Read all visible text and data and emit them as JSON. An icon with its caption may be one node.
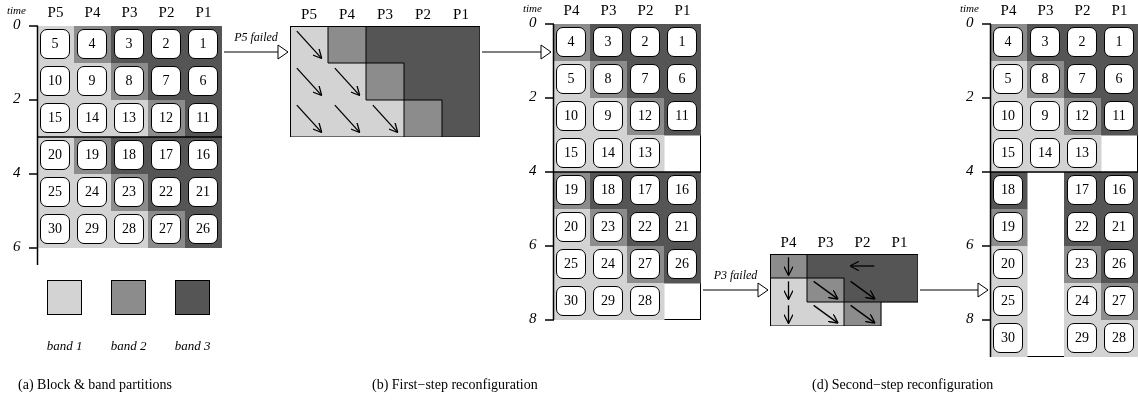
{
  "diagram": {
    "nodes": [
      {
        "text": [],
        "shape": "box"
      },
      {
        "text": [
          "5"
        ],
        "in": 0
      },
      {
        "text": [
          "4"
        ],
        "in": 0
      },
      {
        "text": [
          "3"
        ],
        "in": 0
      },
      {
        "text": [
          "2"
        ],
        "in": 0
      },
      {
        "text": [
          "1"
        ],
        "in": 0
      },
      {
        "text": [
          "10"
        ],
        "in": 0
      },
      {
        "text": [
          "9"
        ],
        "in": 0
      },
      {
        "text": [
          "8"
        ],
        "in": 0
      },
      {
        "text": [
          "7"
        ],
        "in": 0
      },
      {
        "text": [
          "6"
        ],
        "in": 0
      },
      {
        "text": [
          "15"
        ],
        "in": 0
      },
      {
        "text": [
          "14"
        ],
        "in": 0
      },
      {
        "text": [
          "13"
        ],
        "in": 0
      },
      {
        "text": [
          "12"
        ],
        "in": 0
      },
      {
        "text": [
          "11"
        ],
        "in": 0
      },
      {
        "text": [
          "20"
        ],
        "in": 0
      },
      {
        "text": [
          "19"
        ],
        "in": 0
      },
      {
        "text": [
          "18"
        ],
        "in": 0
      },
      {
        "text": [
          "17"
        ],
        "in": 0
      },
      {
        "text": [
          "16"
        ],
        "in": 0
      },
      {
        "text": [
          "25"
        ],
        "in": 0
      },
      {
        "text": [
          "24"
        ],
        "in": 0
      },
      {
        "text": [
          "23"
        ],
        "in": 0
      },
      {
        "text": [
          "22"
        ],
        "in": 0
      },
      {
        "text": [
          "21"
        ],
        "in": 0
      },
      {
        "text": [
          "30"
        ],
        "in": 0
      },
      {
        "text": [
          "29"
        ],
        "in": 0
      },
      {
        "text": [
          "28"
        ],
        "in": 0
      },
      {
        "text": [
          "27"
        ],
        "in": 0
      },
      {
        "text": [
          "26"
        ],
        "in": 0
      },
      {
        "text": [],
        "shape": "box"
      },
      {
        "text": [],
        "shape": "box"
      },
      {
        "text": [
          "4"
        ],
        "in": 32
      },
      {
        "text": [
          "3"
        ],
        "in": 32
      },
      {
        "text": [
          "2"
        ],
        "in": 32
      },
      {
        "text": [
          "1"
        ],
        "in": 32
      },
      {
        "text": [
          "5"
        ],
        "in": 32
      },
      {
        "text": [
          "8"
        ],
        "in": 32
      },
      {
        "text": [
          "7"
        ],
        "in": 32
      },
      {
        "text": [
          "6"
        ],
        "in": 32
      },
      {
        "text": [
          "10"
        ],
        "in": 32
      },
      {
        "text": [
          "9"
        ],
        "in": 32
      },
      {
        "text": [
          "12"
        ],
        "in": 32
      },
      {
        "text": [
          "11"
        ],
        "in": 32
      },
      {
        "text": [
          "15"
        ],
        "in": 32
      },
      {
        "text": [
          "14"
        ],
        "in": 32
      },
      {
        "text": [
          "13"
        ],
        "in": 32
      },
      {
        "text": [
          "19"
        ],
        "in": 32
      },
      {
        "text": [
          "18"
        ],
        "in": 32
      },
      {
        "text": [
          "17"
        ],
        "in": 32
      },
      {
        "text": [
          "16"
        ],
        "in": 32
      },
      {
        "text": [
          "20"
        ],
        "in": 32
      },
      {
        "text": [
          "23"
        ],
        "in": 32
      },
      {
        "text": [
          "22"
        ],
        "in": 32
      },
      {
        "text": [
          "21"
        ],
        "in": 32
      },
      {
        "text": [
          "25"
        ],
        "in": 32
      },
      {
        "text": [
          "24"
        ],
        "in": 32
      },
      {
        "text": [
          "27"
        ],
        "in": 32
      },
      {
        "text": [
          "26"
        ],
        "in": 32
      },
      {
        "text": [
          "30"
        ],
        "in": 32
      },
      {
        "text": [
          "29"
        ],
        "in": 32
      },
      {
        "text": [
          "28"
        ],
        "in": 32
      },
      {
        "text": [],
        "shape": "box"
      },
      {
        "text": [],
        "shape": "box"
      },
      {
        "text": [
          "4"
        ],
        "in": 64
      },
      {
        "text": [
          "3"
        ],
        "in": 64
      },
      {
        "text": [
          "2"
        ],
        "in": 64
      },
      {
        "text": [
          "1"
        ],
        "in": 64
      },
      {
        "text": [
          "5"
        ],
        "in": 64
      },
      {
        "text": [
          "8"
        ],
        "in": 64
      },
      {
        "text": [
          "7"
        ],
        "in": 64
      },
      {
        "text": [
          "6"
        ],
        "in": 64
      },
      {
        "text": [
          "10"
        ],
        "in": 64
      },
      {
        "text": [
          "9"
        ],
        "in": 64
      },
      {
        "text": [
          "12"
        ],
        "in": 64
      },
      {
        "text": [
          "11"
        ],
        "in": 64
      },
      {
        "text": [
          "15"
        ],
        "in": 64
      },
      {
        "text": [
          "14"
        ],
        "in": 64
      },
      {
        "text": [
          "13"
        ],
        "in": 64
      },
      {
        "text": [
          "18"
        ],
        "in": 64
      },
      {
        "text": [
          "17"
        ],
        "in": 64
      },
      {
        "text": [
          "16"
        ],
        "in": 64
      },
      {
        "text": [
          "19"
        ],
        "in": 64
      },
      {
        "text": [
          "22"
        ],
        "in": 64
      },
      {
        "text": [
          "21"
        ],
        "in": 64
      },
      {
        "text": [
          "20"
        ],
        "in": 64
      },
      {
        "text": [
          "23"
        ],
        "in": 64
      },
      {
        "text": [
          "26"
        ],
        "in": 64
      },
      {
        "text": [
          "25"
        ],
        "in": 64
      },
      {
        "text": [
          "24"
        ],
        "in": 64
      },
      {
        "text": [
          "27"
        ],
        "in": 64
      },
      {
        "text": [
          "30"
        ],
        "in": 64
      },
      {
        "text": [
          "29"
        ],
        "in": 64
      },
      {
        "text": [
          "28"
        ],
        "in": 64
      }
    ],
    "edges": [
      {
        "from": 0,
        "to": 31,
        "arrow": "to",
        "label": "P5 failed"
      },
      {
        "from": 31,
        "to": 32,
        "arrow": "to"
      },
      {
        "from": 32,
        "to": 63,
        "arrow": "to",
        "label": "P3 failed"
      },
      {
        "from": 63,
        "to": 64,
        "arrow": "to"
      }
    ],
    "labels": [
      "time",
      "P5",
      "P4",
      "P3",
      "P2",
      "P1",
      "0",
      "2",
      "4",
      "6",
      "P5",
      "P4",
      "P3",
      "P2",
      "P1",
      "time",
      "P4",
      "P3",
      "P2",
      "P1",
      "0",
      "2",
      "4",
      "6",
      "8",
      "P4",
      "P3",
      "P2",
      "P1",
      "time",
      "P4",
      "P3",
      "P2",
      "P1",
      "0",
      "2",
      "4",
      "6",
      "8",
      "(a) Block & band partitions",
      "(b) First−step reconfiguration",
      "(d) Second−step reconfiguration"
    ],
    "legend": [
      {
        "text": "band 1",
        "color": "#d3d3d3"
      },
      {
        "text": "band 2",
        "color": "#8c8c8c"
      },
      {
        "text": "band 3",
        "color": "#555555"
      }
    ]
  }
}
